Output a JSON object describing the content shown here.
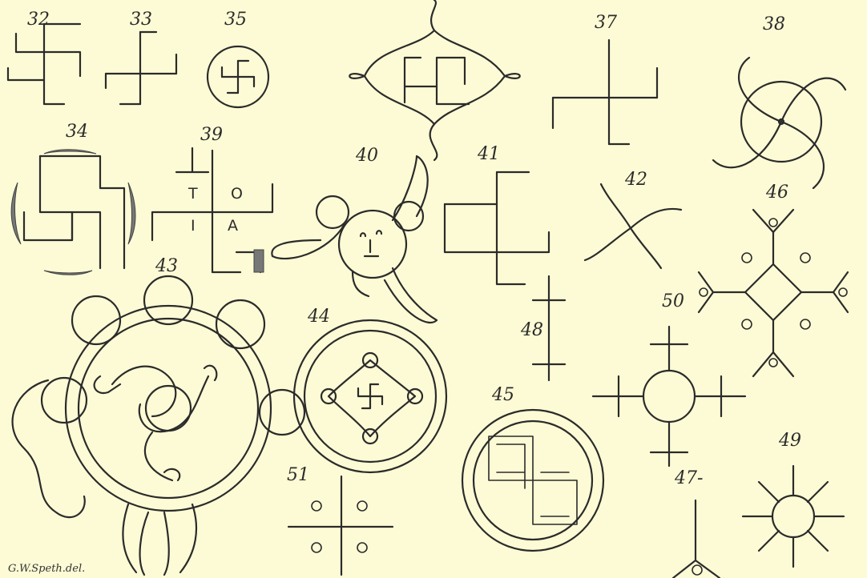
{
  "figures": [
    {
      "id": "fig-32",
      "label": "32",
      "icon": "swastika-icon"
    },
    {
      "id": "fig-33",
      "label": "33",
      "icon": "swastika-icon"
    },
    {
      "id": "fig-35",
      "label": "35",
      "icon": "circled-swastika-icon"
    },
    {
      "id": "fig-36",
      "label": "",
      "icon": "swastika-with-loops-icon"
    },
    {
      "id": "fig-37",
      "label": "37",
      "icon": "swastika-icon"
    },
    {
      "id": "fig-38",
      "label": "38",
      "icon": "curved-cross-in-circle-icon"
    },
    {
      "id": "fig-34",
      "label": "34",
      "icon": "swastika-with-crescents-icon"
    },
    {
      "id": "fig-39",
      "label": "39",
      "icon": "lettered-swastika-icon"
    },
    {
      "id": "fig-40",
      "label": "40",
      "icon": "face-with-curved-arms-icon"
    },
    {
      "id": "fig-41",
      "label": "41",
      "icon": "swastika-icon"
    },
    {
      "id": "fig-42",
      "label": "42",
      "icon": "curved-arm-whirl-icon"
    },
    {
      "id": "fig-46",
      "label": "46",
      "icon": "diamond-cross-icon"
    },
    {
      "id": "fig-43",
      "label": "43",
      "icon": "serpent-disk-icon"
    },
    {
      "id": "fig-44",
      "label": "44",
      "icon": "concentric-circle-swastika-icon"
    },
    {
      "id": "fig-48",
      "label": "48",
      "icon": "double-cross-icon"
    },
    {
      "id": "fig-50",
      "label": "50",
      "icon": "circle-cross-icon"
    },
    {
      "id": "fig-45",
      "label": "45",
      "icon": "circled-meander-swastika-icon"
    },
    {
      "id": "fig-51",
      "label": "51",
      "icon": "cross-with-dots-icon"
    },
    {
      "id": "fig-47",
      "label": "47-",
      "icon": "forked-figure-icon"
    },
    {
      "id": "fig-49",
      "label": "49",
      "icon": "sun-rays-icon"
    }
  ],
  "fig39_letters": [
    "T",
    "O",
    "I",
    "A"
  ],
  "signature": "G.W.Speth.del.",
  "colors": {
    "background": "#fdfbd5",
    "ink": "#2b2b2b"
  }
}
